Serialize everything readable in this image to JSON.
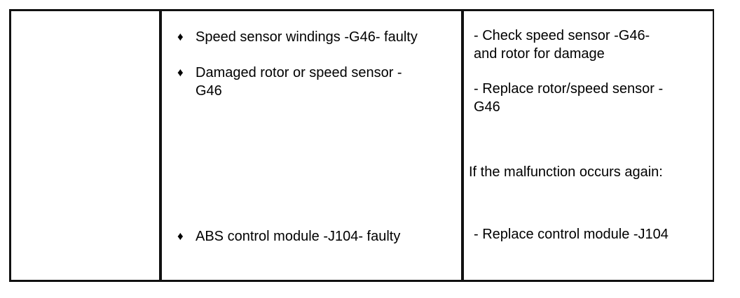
{
  "causes": [
    {
      "bullet": "♦",
      "line1": "Speed sensor windings -G46- faulty",
      "line2": ""
    },
    {
      "bullet": "♦",
      "line1": "Damaged rotor or speed sensor -",
      "line2": "G46"
    },
    {
      "bullet": "♦",
      "line1": "ABS control module -J104- faulty",
      "line2": ""
    }
  ],
  "remedies": [
    {
      "line1": "- Check speed sensor -G46-",
      "line2": "and rotor for damage"
    },
    {
      "line1": "- Replace rotor/speed sensor -",
      "line2": "G46"
    },
    {
      "line1": "If the malfunction occurs again:",
      "line2": ""
    },
    {
      "line1": "- Replace control module -J104",
      "line2": ""
    }
  ]
}
